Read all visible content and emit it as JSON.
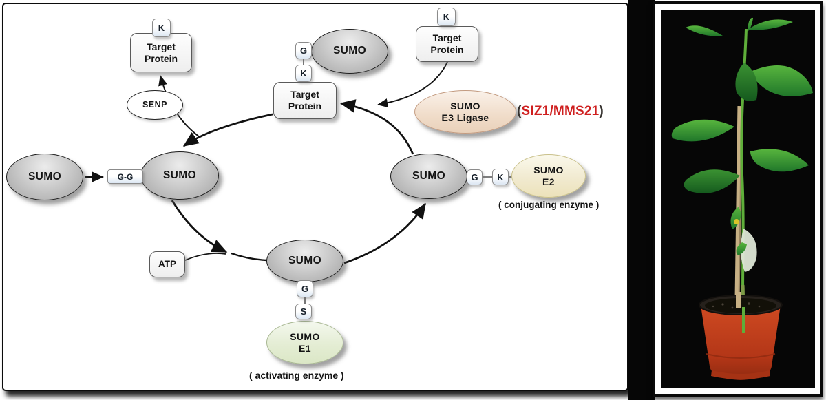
{
  "diagram": {
    "target_protein_label": {
      "line1": "Target",
      "line2": "Protein"
    },
    "sumo_label": "SUMO",
    "senp_label": "SENP",
    "atp_label": "ATP",
    "chip_k": "K",
    "chip_g": "G",
    "chip_s": "S",
    "chip_gg": "G-G",
    "e3_ligase": {
      "line1": "SUMO",
      "line2": "E3 Ligase",
      "annotation_open": "(",
      "annotation_text": "SIZ1/MMS21",
      "annotation_close": ")"
    },
    "e2": {
      "line1": "SUMO",
      "line2": "E2",
      "caption": "( conjugating enzyme )"
    },
    "e1": {
      "line1": "SUMO",
      "line2": "E1",
      "caption": "( activating enzyme )"
    },
    "colors": {
      "sumo_gray": "#c9c9c9",
      "e3_fill": "#f0dcc9",
      "e2_fill": "#f1ead0",
      "e1_fill": "#e4edd4",
      "annotation_red": "#cf1f1f",
      "arrow_black": "#111111"
    }
  },
  "photo": {
    "subject": "seedling in red pot on black background",
    "colors": {
      "background": "#060606",
      "frame": "#ffffff",
      "pot_red": "#bf3c1c",
      "leaf_green": "#3f9b33",
      "stake_tan": "#c7b084"
    }
  }
}
